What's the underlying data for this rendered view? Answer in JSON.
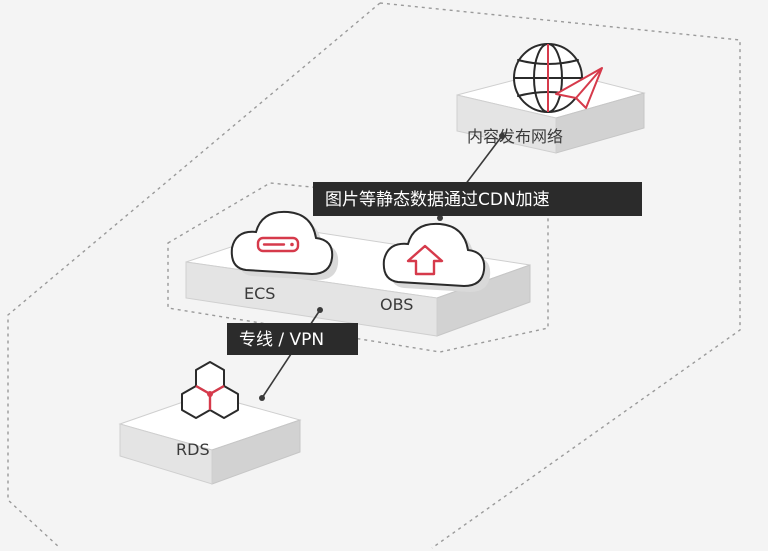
{
  "nodes": {
    "cdn": {
      "label": "内容发布网络",
      "icon": "globe-send-icon"
    },
    "ecs": {
      "label": "ECS",
      "icon": "cloud-server-icon"
    },
    "obs": {
      "label": "OBS",
      "icon": "cloud-upload-icon"
    },
    "rds": {
      "label": "RDS",
      "icon": "hexagon-cluster-icon"
    }
  },
  "callouts": {
    "cdn_accel": "图片等静态数据通过CDN加速",
    "vpn": "专线 / VPN"
  },
  "colors": {
    "accent": "#d63a4b",
    "callout_bg": "#2b2b2b",
    "background": "#f4f4f4",
    "border_dash": "#9a9a9a"
  }
}
